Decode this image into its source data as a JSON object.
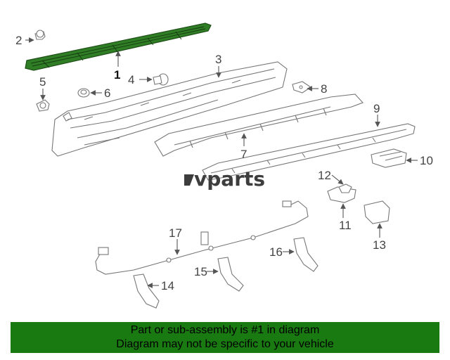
{
  "callouts": {
    "c1": "1",
    "c2": "2",
    "c3": "3",
    "c4": "4",
    "c5": "5",
    "c6": "6",
    "c7": "7",
    "c8": "8",
    "c9": "9",
    "c10": "10",
    "c11": "11",
    "c12": "12",
    "c13": "13",
    "c14": "14",
    "c15": "15",
    "c16": "16",
    "c17": "17"
  },
  "watermark": "vparts",
  "colors": {
    "highlight": "#2f7d24",
    "footer_bg": "#1a7a12",
    "line": "#777777"
  },
  "footer": {
    "line1": "Part or sub-assembly is #1 in diagram",
    "line2": "Diagram may not be specific to your vehicle"
  }
}
